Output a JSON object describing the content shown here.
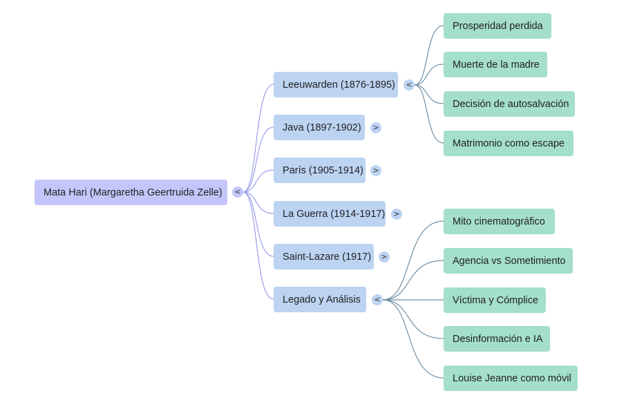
{
  "root": {
    "label": "Mata Hari (Margaretha Geertruida Zelle)",
    "toggle": "<"
  },
  "branches": [
    {
      "label": "Leeuwarden (1876-1895)",
      "toggle": "<",
      "children": [
        "Prosperidad perdida",
        "Muerte de la madre",
        "Decisión de autosalvación",
        "Matrimonio como escape"
      ]
    },
    {
      "label": "Java (1897-1902)",
      "toggle": ">"
    },
    {
      "label": "París (1905-1914)",
      "toggle": ">"
    },
    {
      "label": "La Guerra (1914-1917)",
      "toggle": ">"
    },
    {
      "label": "Saint-Lazare (1917)",
      "toggle": ">"
    },
    {
      "label": "Legado y Análisis",
      "toggle": "<",
      "children": [
        "Mito cinematográfico",
        "Agencia vs Sometimiento",
        "Víctima y Cómplice",
        "Desinformación e IA",
        "Louise Jeanne como móvil"
      ]
    }
  ],
  "colors": {
    "root_fill": "#c4c6fb",
    "branch_fill": "#bcd3f2",
    "leaf_fill": "#a4dfcb",
    "root_link": "#9b9ee8",
    "leaf_link": "#6f8fa6"
  }
}
